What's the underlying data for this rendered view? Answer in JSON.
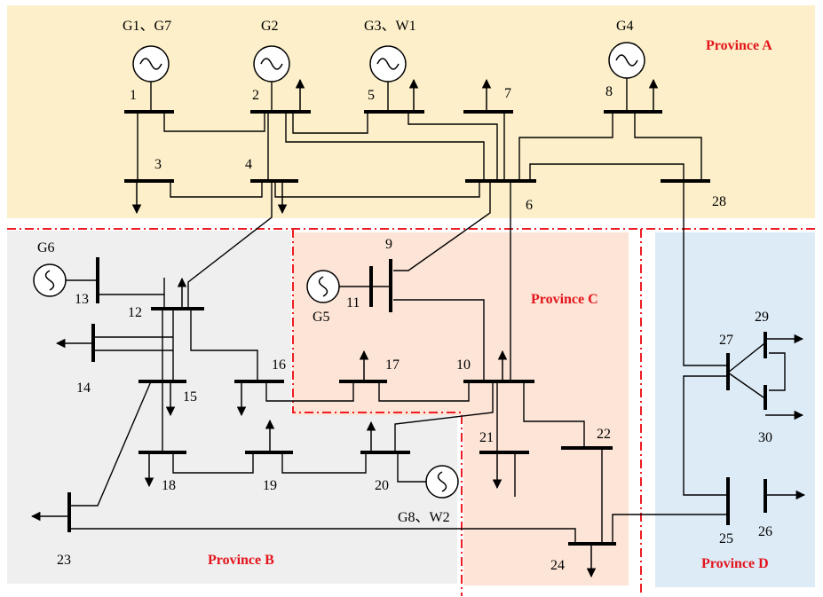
{
  "provinces": {
    "a": {
      "label": "Province A",
      "color": "#fcefc9"
    },
    "b": {
      "label": "Province B",
      "color": "#efefef"
    },
    "c": {
      "label": "Province C",
      "color": "#fce4d6"
    },
    "d": {
      "label": "Province D",
      "color": "#ddebf7"
    }
  },
  "generators": {
    "g1_g7": "G1、G7",
    "g2": "G2",
    "g3_w1": "G3、W1",
    "g4": "G4",
    "g5": "G5",
    "g6": "G6",
    "g8_w2": "G8、W2"
  },
  "buses": {
    "b1": "1",
    "b2": "2",
    "b3": "3",
    "b4": "4",
    "b5": "5",
    "b6": "6",
    "b7": "7",
    "b8": "8",
    "b9": "9",
    "b10": "10",
    "b11": "11",
    "b12": "12",
    "b13": "13",
    "b14": "14",
    "b15": "15",
    "b16": "16",
    "b17": "17",
    "b18": "18",
    "b19": "19",
    "b20": "20",
    "b21": "21",
    "b22": "22",
    "b23": "23",
    "b24": "24",
    "b25": "25",
    "b26": "26",
    "b27": "27",
    "b28": "28",
    "b29": "29",
    "b30": "30"
  },
  "colors": {
    "divider": "#ee1c24",
    "province_label": "#e3151c"
  }
}
